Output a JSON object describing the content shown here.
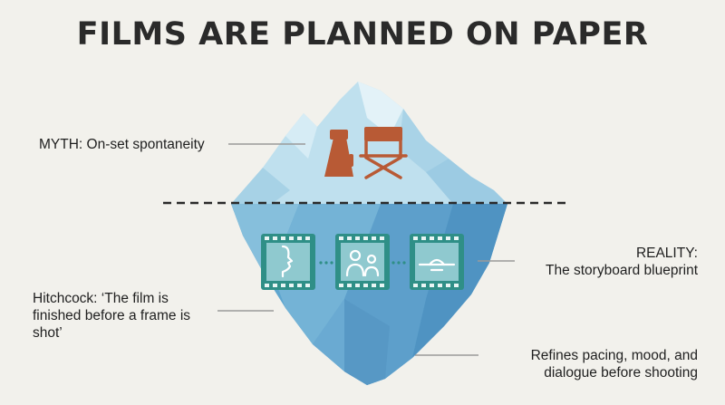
{
  "title": "FILMS ARE PLANNED ON PAPER",
  "labels": {
    "myth": "MYTH: On-set spontaneity",
    "reality_line1": "REALITY:",
    "reality_line2": "The storyboard blueprint",
    "hitchcock_line1": "Hitchcock: ‘The film is",
    "hitchcock_line2": "finished before a frame is",
    "hitchcock_line3": "shot’",
    "refines_line1": "Refines pacing, mood, and",
    "refines_line2": "dialogue before shooting"
  },
  "icons": {
    "above_water": [
      "megaphone-icon",
      "directors-chair-icon"
    ],
    "storyboard_frames": [
      "profile-face-icon",
      "two-people-icon",
      "horizon-line-icon"
    ]
  },
  "colors": {
    "background": "#f2f1ec",
    "ice_light": "#bfe0ee",
    "ice_deep": "#5a9fc8",
    "frame_green": "#2f8f87",
    "icon_rust": "#b85a35",
    "waterline": "#2a2a2a"
  }
}
